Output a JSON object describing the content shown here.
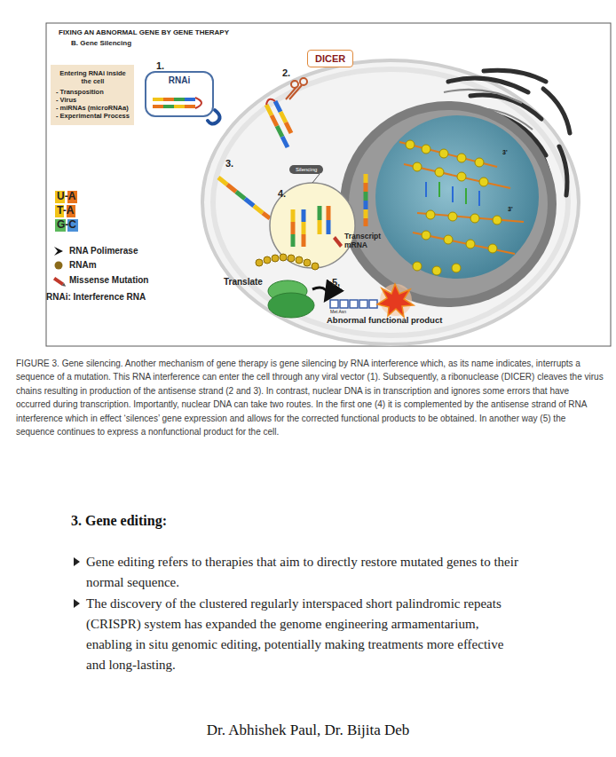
{
  "diagram": {
    "title": "FIXING AN ABNORMAL GENE BY GENE THERAPY",
    "caption": "FIGURE 3. Gene silencing. Another mechanism of gene therapy is gene silencing by RNA interference which, as its name indicates, interrupts a sequence of a mutation. This RNA interference can enter the cell through any viral vector (1). Subsequently, a ribonuclease (DICER) cleaves the virus chains resulting in production of the antisense strand (2 and 3). In contrast, nuclear DNA is in transcription and ignores some errors that have occurred during transcription. Importantly, nuclear DNA can take two routes. In the first one (4) it is complemented by the antisense strand of RNA interference which in effect ‘silences’ gene expression and allows for the corrected functional products to be obtained. In another way (5) the sequence continues to express a nonfunctional product for the cell.",
    "nodes": [
      {
        "text": [
          "Entering RNAi inside the cell",
          "- Transposition",
          "- Virus",
          "- miRNAs (microRNAa)",
          "- Experimental Process"
        ]
      },
      {
        "text": [
          "RNAi"
        ]
      },
      {
        "text": [
          "DICER"
        ]
      },
      {
        "text": [
          "Silencing"
        ]
      }
    ],
    "labels": [
      "B. Gene Silencing",
      "1.",
      "2.",
      "3.",
      "4.",
      "Transcript mRNA",
      "Translate",
      "5,",
      "Met Asn",
      "Abnormal functional product",
      "U-A",
      "T-A",
      "G-C",
      "3'",
      "3'",
      "3. Gene editing:",
      "Gene editing refers to therapies that aim to directly restore mutated genes to their normal sequence.",
      "The discovery of the clustered regularly interspaced short palindromic repeats (CRISPR) system has expanded the genome engineering armamentarium, enabling in situ genomic editing, potentially making treatments more effective and long-lasting.",
      "Dr. Abhishek Paul, Dr. Bijita Deb"
    ],
    "legend": [
      {
        "text": "RNA Polimerase"
      },
      {
        "text": "RNAm"
      },
      {
        "text": "Missense Mutation"
      },
      {
        "text": "RNAi: Interference RNA"
      }
    ]
  }
}
